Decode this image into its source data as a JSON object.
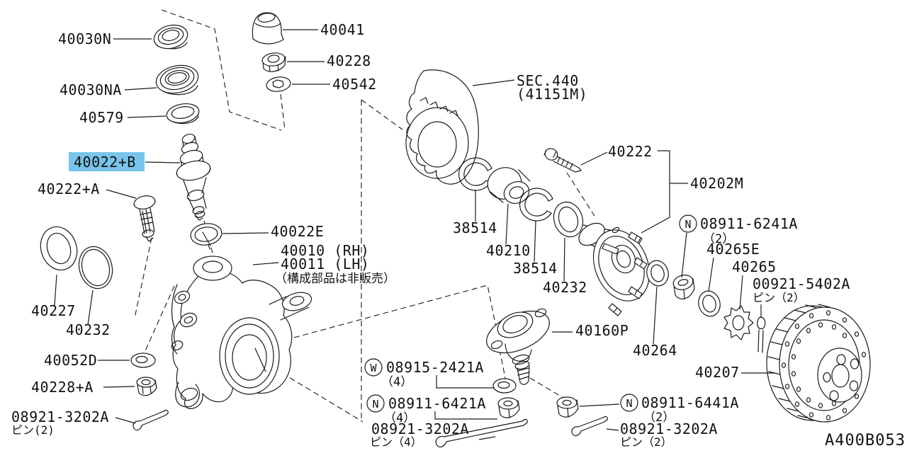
{
  "diagram": {
    "code": "A400B053",
    "highlighted_part": "40022+B",
    "highlight_color": "#78c4ea",
    "highlight_text_color": "#1f5c80",
    "line_color": "#1a1a1a"
  },
  "labels": {
    "l40030N": "40030N",
    "l40030NA": "40030NA",
    "l40579": "40579",
    "l40041": "40041",
    "l40228": "40228",
    "l40542": "40542",
    "l40022B": "40022+B",
    "l40222A": "40222+A",
    "l40022E": "40022E",
    "l40010": "40010 (RH)",
    "l40011": "40011 (LH)",
    "lNote": "（構成部品は非販売）",
    "l40227": "40227",
    "l40232L": "40232",
    "l40052D": "40052D",
    "l40228A": "40228+A",
    "l08921l": "08921-3202A",
    "lPin2l": "ピン(2)",
    "lSec440": "SEC.440",
    "lSec440b": "(41151M)",
    "l40222": "40222",
    "l40202M": "40202M",
    "l38514a": "38514",
    "l40210": "40210",
    "l38514b": "38514",
    "l40232R": "40232",
    "lN6241": "N",
    "l08911_6241": "08911-6241A",
    "lQty2a": "（2）",
    "l40265E": "40265E",
    "l40265": "40265",
    "l00921": "00921-5402A",
    "lPin2c": "ピン（2）",
    "l40264": "40264",
    "l40160P": "40160P",
    "lW2421": "W",
    "l08915_2421": "08915-2421A",
    "lQty4a": "（4）",
    "lN6421": "N",
    "l08911_6421": "08911-6421A",
    "lQty4b": "（4）",
    "l08921c": "08921-3202A",
    "lPin4": "ピン（4）",
    "lN6441": "N",
    "l08911_6441": "08911-6441A",
    "lQty2b": "（2）",
    "l08921r": "08921-3202A",
    "lPin2r": "ピン（2）",
    "l40207": "40207",
    "lCode": "A400B053"
  }
}
